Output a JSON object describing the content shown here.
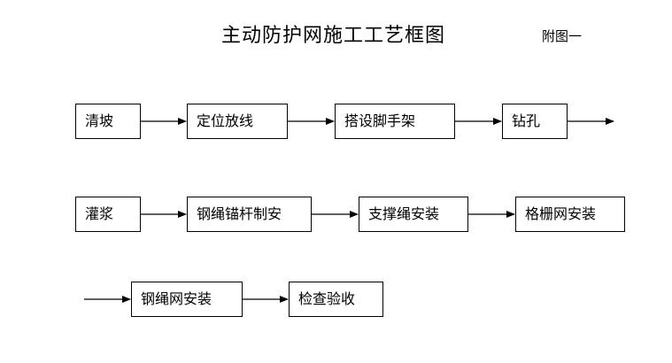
{
  "title": "主动防护网施工工艺框图",
  "appendix_label": "附图一",
  "steps": [
    "清坡",
    "定位放线",
    "搭设脚手架",
    "钻孔",
    "灌浆",
    "钢绳锚杆制安",
    "支撑绳安装",
    "格栅网安装",
    "钢绳网安装",
    "检查验收"
  ]
}
